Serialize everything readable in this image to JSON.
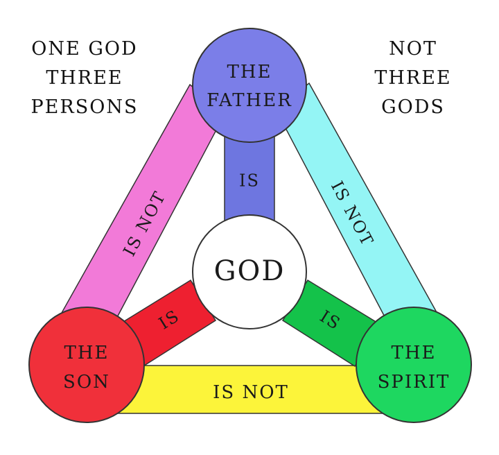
{
  "corner_left": {
    "line1": "ONE GOD",
    "line2": "THREE",
    "line3": "PERSONS"
  },
  "corner_right": {
    "line1": "NOT",
    "line2": "THREE",
    "line3": "GODS"
  },
  "nodes": {
    "father": {
      "line1": "THE",
      "line2": "FATHER",
      "color": "#7b7ee8"
    },
    "son": {
      "line1": "THE",
      "line2": "SON",
      "color": "#f0303a"
    },
    "spirit": {
      "line1": "THE",
      "line2": "SPIRIT",
      "color": "#1ed760"
    },
    "god": {
      "label": "GOD",
      "color": "#ffffff"
    }
  },
  "links": {
    "father_god": {
      "label": "IS",
      "color": "#6e76e0"
    },
    "son_god": {
      "label": "IS",
      "color": "#ee2030"
    },
    "spirit_god": {
      "label": "IS",
      "color": "#14c24a"
    },
    "father_son": {
      "label": "IS NOT",
      "color": "#f27ad8"
    },
    "father_spirit": {
      "label": "IS NOT",
      "color": "#94f5f5"
    },
    "son_spirit": {
      "label": "IS NOT",
      "color": "#fcf43a"
    }
  }
}
